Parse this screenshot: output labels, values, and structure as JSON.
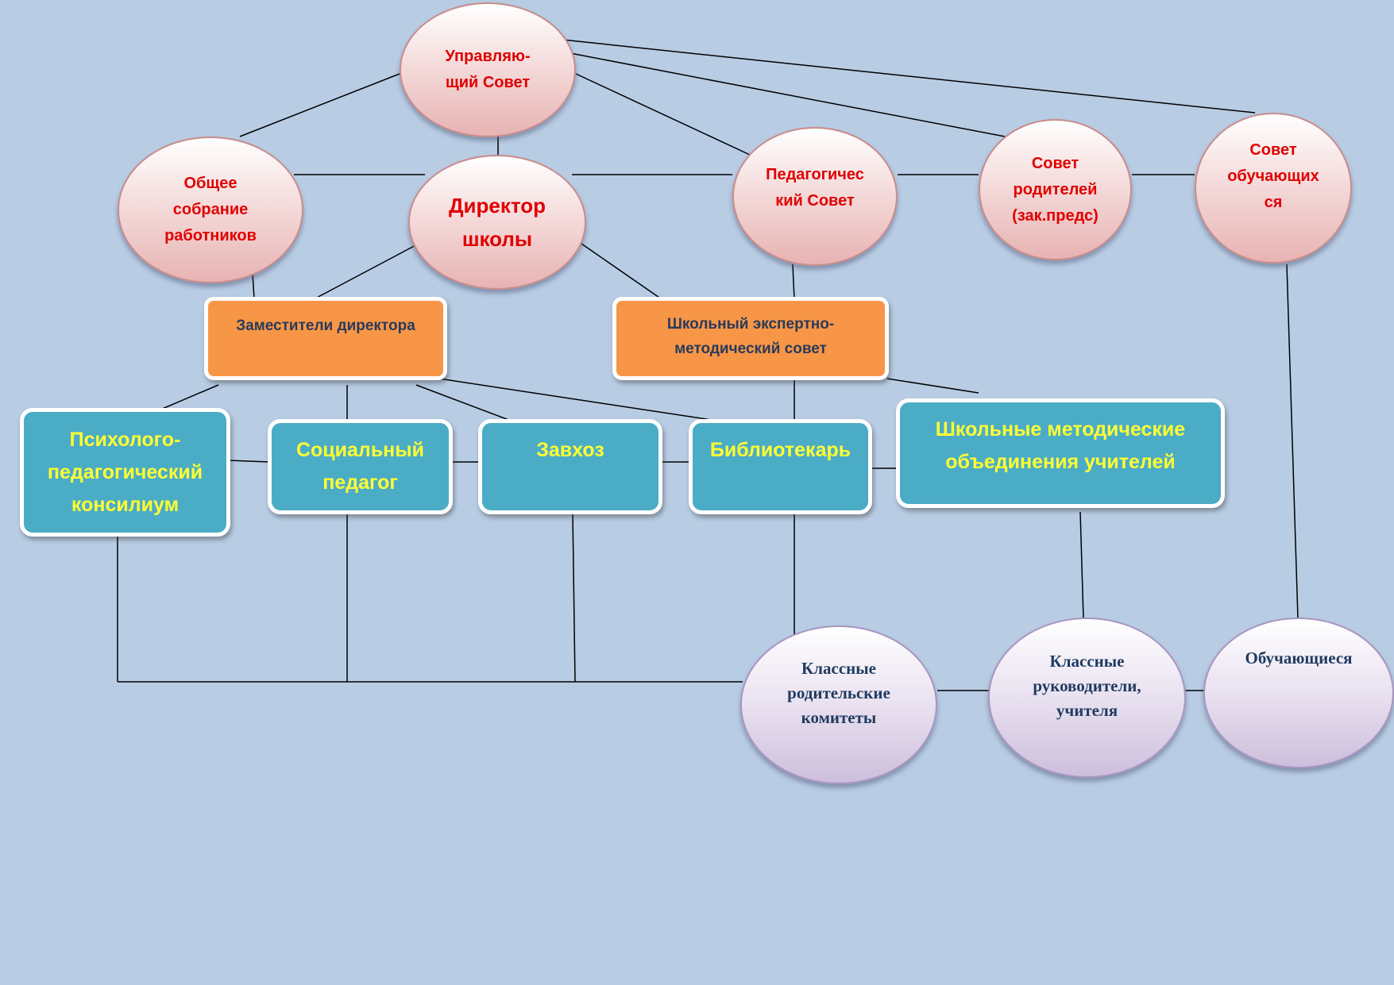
{
  "nodes": {
    "governing_council": "Управляю-\nщий Совет",
    "general_meeting": "Общее\nсобрание\nработников",
    "director": "Директор\nшколы",
    "pedagogical_council": "Педагогичес\nкий Совет",
    "parents_council": "Совет\nродителей\n(зак.предс)",
    "students_council": "Совет\nобучающих\nся",
    "deputy_directors": "Заместители директора",
    "expert_council": "Школьный экспертно-\nметодический совет",
    "psych_council": "Психолого-\nпедагогический\nконсилиум",
    "social_teacher": "Социальный\nпедагог",
    "supply_manager": "Завхоз",
    "librarian": "Библиотекарь",
    "method_unions": "Школьные методические\nобъединения учителей",
    "parent_committees": "Классные\nродительские\nкомитеты",
    "class_teachers": "Классные\nруководители,\nучителя",
    "students": "Обучающиеся"
  },
  "colors": {
    "background": "#b8cce4",
    "governance_text": "#e00000",
    "orange_box": "#f79646",
    "teal_box": "#4bacc6",
    "teal_text": "#ffff33",
    "participant_text": "#1f3a5f"
  }
}
